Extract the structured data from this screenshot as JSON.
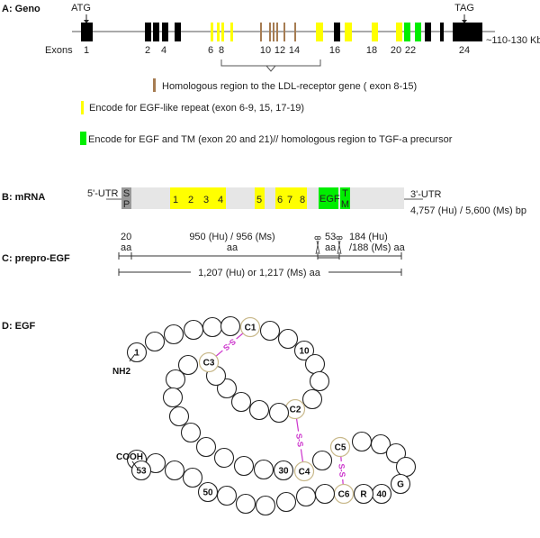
{
  "panels": {
    "a": "A: Geno",
    "b": "B: mRNA",
    "c": "C: prepro-EGF",
    "d": "D: EGF"
  },
  "colors": {
    "coding": "#000000",
    "egf_like": "#ffff00",
    "ldl": "#a67c52",
    "egf_tm": "#00ee00",
    "disulfide": "#cc33cc",
    "mrna_bg": "#e6e6e6",
    "signal_peptide": "#999999"
  },
  "geno": {
    "start_codon": "ATG",
    "stop_codon": "TAG",
    "exons_label": "Exons",
    "size_label": "~110-130 Kb",
    "exon_numbers": [
      "1",
      "2",
      "4",
      "6",
      "8",
      "10",
      "12",
      "14",
      "16",
      "18",
      "20",
      "22",
      "24"
    ],
    "exons": [
      {
        "type": "coding"
      },
      {
        "type": "coding"
      },
      {
        "type": "coding"
      },
      {
        "type": "coding"
      },
      {
        "type": "coding"
      },
      {
        "type": "egf_like"
      },
      {
        "type": "egf_like"
      },
      {
        "type": "egf_like"
      },
      {
        "type": "egf_like"
      },
      {
        "type": "ldl"
      },
      {
        "type": "ldl"
      },
      {
        "type": "ldl"
      },
      {
        "type": "ldl"
      },
      {
        "type": "ldl"
      },
      {
        "type": "ldl"
      },
      {
        "type": "egf_like"
      },
      {
        "type": "coding"
      },
      {
        "type": "egf_like"
      },
      {
        "type": "egf_like"
      },
      {
        "type": "egf_like"
      },
      {
        "type": "egf_tm"
      },
      {
        "type": "egf_tm"
      },
      {
        "type": "coding"
      },
      {
        "type": "coding"
      },
      {
        "type": "coding"
      }
    ],
    "legend": [
      {
        "type": "ldl",
        "text": "Homologous region to the LDL-receptor gene ( exon 8-15)"
      },
      {
        "type": "egf_like",
        "text": "Encode for EGF-like repeat (exon 6-9, 15, 17-19)"
      },
      {
        "type": "egf_tm",
        "text": "Encode for EGF and TM (exon 20 and 21)// homologous region to TGF-a precursor"
      }
    ]
  },
  "mrna": {
    "utr5": "5'-UTR",
    "utr3": "3'-UTR",
    "sp_top": "S",
    "sp_bottom": "P",
    "repeats_a": [
      "1",
      "2",
      "3",
      "4"
    ],
    "repeat_b": "5",
    "repeats_c": [
      "6",
      "7",
      "8"
    ],
    "egf": "EGF",
    "tm_top": "T",
    "tm_bottom": "M",
    "length": "4,757 (Hu) / 5,600 (Ms) bp"
  },
  "prepro": {
    "signal_top": "20",
    "signal_bottom": "aa",
    "mid_top": "950 (Hu) / 956 (Ms)",
    "mid_bottom": "aa",
    "egf_top": "53",
    "egf_bottom": "aa",
    "c_top": "184 (Hu)",
    "c_bottom": "/188 (Ms) aa",
    "total": "1,207 (Hu) or 1,217 (Ms) aa"
  },
  "egf": {
    "n_term": "NH2",
    "c_term": "COOH",
    "bond_label": "S-S",
    "residue_labels": {
      "r1": "1",
      "c1": "C1",
      "c3": "C3",
      "r10": "10",
      "c2": "C2",
      "r30": "30",
      "c4": "C4",
      "c5": "C5",
      "c6": "C6",
      "rR": "R",
      "r40": "40",
      "rG": "G",
      "r50": "50",
      "r53": "53"
    }
  }
}
